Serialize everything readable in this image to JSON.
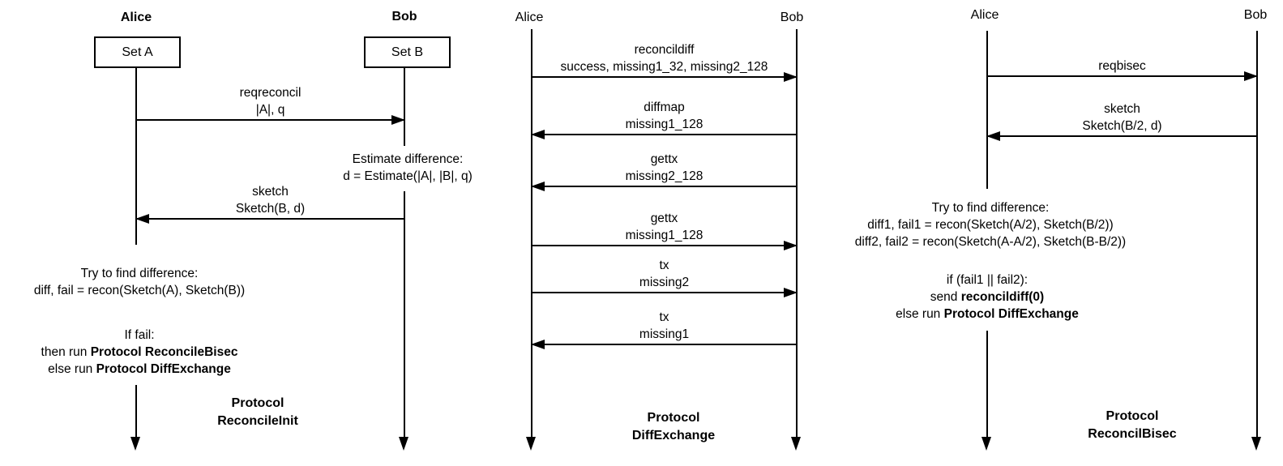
{
  "colors": {
    "ink": "#000000",
    "background": "#ffffff"
  },
  "panels": [
    {
      "id": "reconcileinit",
      "actors": {
        "alice": {
          "label": "Alice",
          "box": "Set A"
        },
        "bob": {
          "label": "Bob",
          "box": "Set B"
        }
      },
      "messages": {
        "reqreconcil": {
          "line1": "reqreconcil",
          "line2": "|A|, q"
        },
        "sketch": {
          "line1": "sketch",
          "line2": "Sketch(B, d)"
        }
      },
      "notes": {
        "estimate": {
          "line1": "Estimate difference:",
          "line2": "d = Estimate(|A|, |B|, q)"
        },
        "tryfind": {
          "line1": "Try to find difference:",
          "line2": "diff, fail = recon(Sketch(A), Sketch(B))"
        },
        "iffail": {
          "line1": "If fail:",
          "line2_pre": "then run ",
          "line2_bold": "Protocol ReconcileBisec",
          "line3_pre": "else run ",
          "line3_bold": "Protocol DiffExchange"
        }
      },
      "title": {
        "line1": "Protocol",
        "line2": "ReconcileInit"
      }
    },
    {
      "id": "diffexchange",
      "actors": {
        "alice": {
          "label": "Alice"
        },
        "bob": {
          "label": "Bob"
        }
      },
      "messages": {
        "reconcildiff": {
          "line1": "reconcildiff",
          "line2": "success, missing1_32, missing2_128"
        },
        "diffmap": {
          "line1": "diffmap",
          "line2": "missing1_128"
        },
        "gettx_m2": {
          "line1": "gettx",
          "line2": "missing2_128"
        },
        "gettx_m1": {
          "line1": "gettx",
          "line2": "missing1_128"
        },
        "tx_m2": {
          "line1": "tx",
          "line2": "missing2"
        },
        "tx_m1": {
          "line1": "tx",
          "line2": "missing1"
        }
      },
      "title": {
        "line1": "Protocol",
        "line2": "DiffExchange"
      }
    },
    {
      "id": "reconcilbisec",
      "actors": {
        "alice": {
          "label": "Alice"
        },
        "bob": {
          "label": "Bob"
        }
      },
      "messages": {
        "reqbisec": {
          "line1": "reqbisec"
        },
        "sketch": {
          "line1": "sketch",
          "line2": "Sketch(B/2, d)"
        }
      },
      "notes": {
        "tryfind": {
          "line1": "Try to find difference:",
          "line2": "diff1, fail1 = recon(Sketch(A/2), Sketch(B/2))",
          "line3": "diff2, fail2 = recon(Sketch(A-A/2), Sketch(B-B/2))"
        },
        "iffail": {
          "line1": "if (fail1 || fail2):",
          "line2_pre": "send ",
          "line2_bold": "reconcildiff(0)",
          "line3_pre": "else run ",
          "line3_bold": "Protocol DiffExchange"
        }
      },
      "title": {
        "line1": "Protocol",
        "line2": "ReconcilBisec"
      }
    }
  ]
}
